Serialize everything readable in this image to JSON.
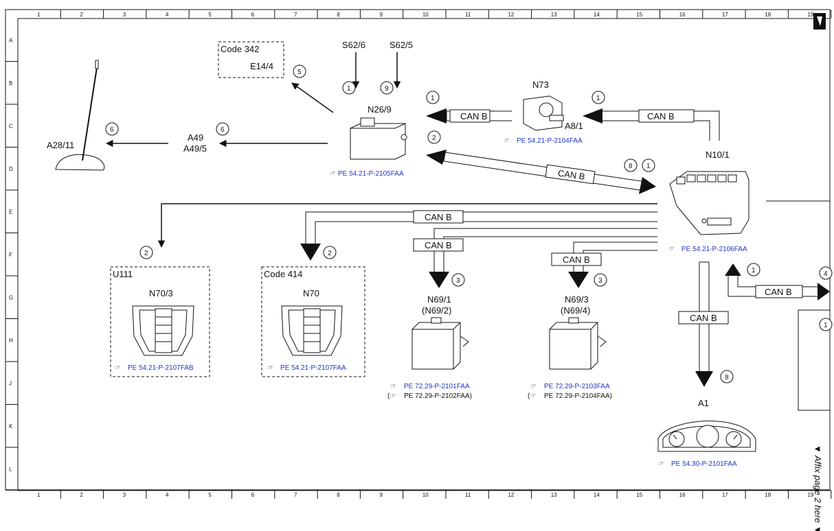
{
  "grid": {
    "columns": [
      "1",
      "2",
      "3",
      "4",
      "5",
      "6",
      "7",
      "8",
      "9",
      "10",
      "11",
      "12",
      "13",
      "14",
      "15",
      "16",
      "17",
      "18",
      "19"
    ],
    "rows": [
      "A",
      "B",
      "C",
      "D",
      "E",
      "F",
      "G",
      "H",
      "J",
      "K",
      "L"
    ]
  },
  "side_note": "▼ Affix page 2 here ▼",
  "sources": {
    "s62_6": "S62/6",
    "s62_5": "S62/5"
  },
  "code342": {
    "code": "Code 342",
    "part": "E14/4"
  },
  "code414": {
    "code": "Code 414",
    "part": "N70"
  },
  "u111": {
    "code": "U111",
    "part": "N70/3"
  },
  "components": {
    "n26_9": "N26/9",
    "n73": "N73",
    "a8_1": "A8/1",
    "n10_1": "N10/1",
    "a28_11": "A28/11",
    "a49": "A49",
    "a49_5": "A49/5",
    "n69_1": "N69/1",
    "n69_2": "(N69/2)",
    "n69_3": "N69/3",
    "n69_4": "(N69/4)",
    "a1": "A1"
  },
  "bus_label": "CAN B",
  "refs": {
    "n26_9": "PE 54.21-P-2105FAA",
    "n73": "PE 54.21-P-2104FAA",
    "n10_1": "PE 54.21-P-2106FAA",
    "n70_3": "PE 54.21-P-2107FAB",
    "n70": "PE 54.21-P-2107FAA",
    "n69_1": "PE 72.29-P-2101FAA",
    "n69_2": "PE 72.29-P-2102FAA)",
    "n69_3": "PE 72.29-P-2103FAA",
    "n69_4": "PE 72.29-P-2104FAA)",
    "a1": "PE 54.30-P-2101FAA"
  },
  "callouts": {
    "c1": "1",
    "c2": "2",
    "c3": "3",
    "c4": "4",
    "c5": "5",
    "c6": "6",
    "c8": "8",
    "c9": "9"
  }
}
